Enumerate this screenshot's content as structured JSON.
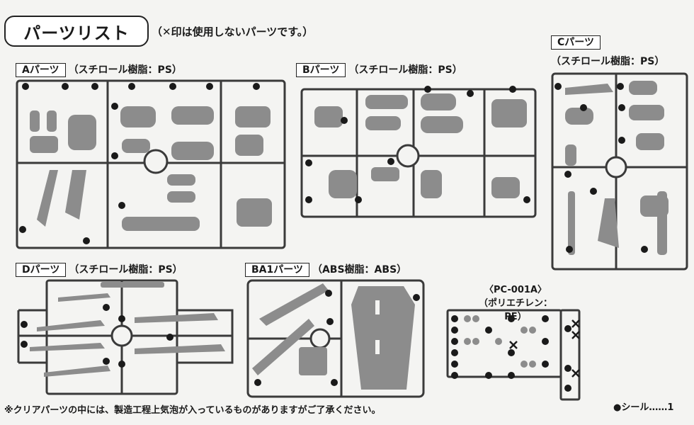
{
  "title": "パーツリスト",
  "title_note": "（✕印は使用しないパーツです。）",
  "sections": {
    "A": {
      "tag": "Aパーツ",
      "material": "（スチロール樹脂：PS）"
    },
    "B": {
      "tag": "Bパーツ",
      "material": "（スチロール樹脂：PS）"
    },
    "C": {
      "tag": "Cパーツ",
      "material": "（スチロール樹脂：PS）"
    },
    "D": {
      "tag": "Dパーツ",
      "material": "（スチロール樹脂：PS）"
    },
    "BA1": {
      "tag": "BA1パーツ",
      "material": "（ABS樹脂：ABS）"
    },
    "PC": {
      "tag": "〈PC-001A〉",
      "material": "（ポリエチレン：PE）"
    }
  },
  "footer_note": "※クリアパーツの中には、製造工程上気泡が入っているものがありますがご了承ください。",
  "seal": "●シール……1",
  "colors": {
    "runner": "#3a3a3a",
    "part": "#8c8c8c",
    "bg": "#f4f4f2"
  }
}
